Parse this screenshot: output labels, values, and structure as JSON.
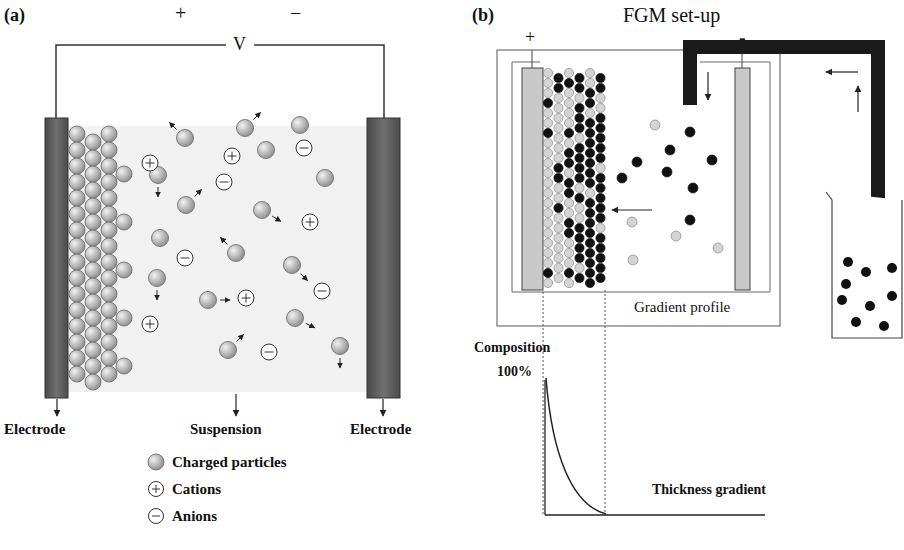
{
  "diagram": {
    "labels": [
      "(a)",
      "+",
      "V",
      "−",
      "Electrode",
      "Suspension",
      "Electrode",
      "(b)",
      "FGM set-up",
      "+",
      "-",
      "Gradient profile",
      "Composition",
      "100%",
      "Thickness gradient"
    ],
    "legend": [
      {
        "text": "Charged particles"
      },
      {
        "text": "Cations"
      },
      {
        "text": "Anions"
      }
    ]
  }
}
